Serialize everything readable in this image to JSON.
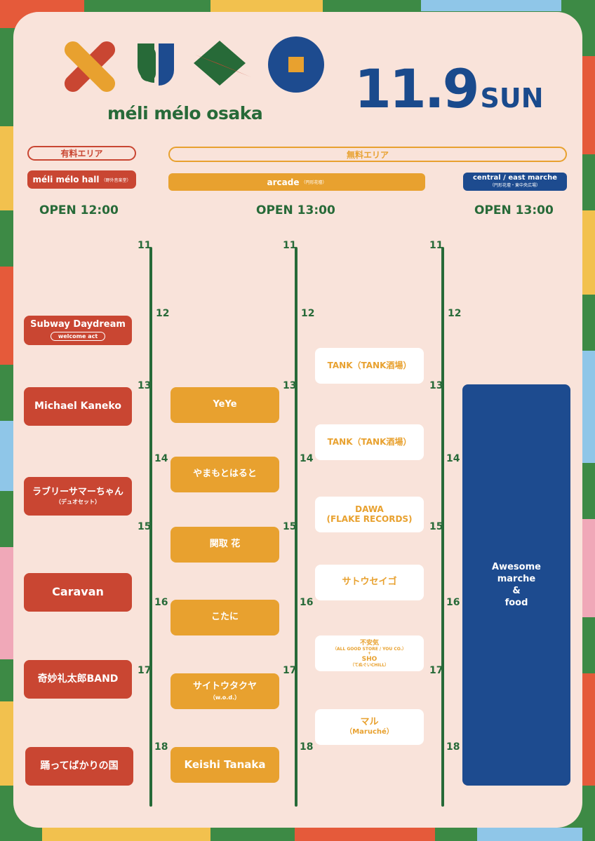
{
  "brand": {
    "name": "méli mélo osaka"
  },
  "event_date": {
    "date": "11.9",
    "weekday": "SUN"
  },
  "areas": {
    "paid": "有料エリア",
    "free": "無料エリア"
  },
  "venues": {
    "hall": {
      "name": "méli mélo hall",
      "sub": "（野外音楽堂）"
    },
    "arcade": {
      "name": "arcade",
      "sub": "（円形花壇）"
    },
    "central": {
      "name": "central / east marche",
      "sub": "（円形花壇・東中央広場）"
    }
  },
  "open_times": {
    "hall": "OPEN 12:00",
    "arcade": "OPEN 13:00",
    "central": "OPEN 13:00"
  },
  "hours": [
    "11",
    "12",
    "13",
    "14",
    "15",
    "16",
    "17",
    "18"
  ],
  "hall_lineup": [
    {
      "name": "Subway Daydream",
      "tag": "welcome act"
    },
    {
      "name": "Michael Kaneko"
    },
    {
      "name": "ラブリーサマーちゃん",
      "tag": "（デュオセット）"
    },
    {
      "name": "Caravan"
    },
    {
      "name": "奇妙礼太郎BAND"
    },
    {
      "name": "踊ってばかりの国"
    }
  ],
  "arcade_lineup": [
    {
      "name": "YeYe"
    },
    {
      "name": "やまもとはると"
    },
    {
      "name": "関取 花"
    },
    {
      "name": "こたに"
    },
    {
      "name": "サイトウタクヤ",
      "tag": "（w.o.d.）"
    },
    {
      "name": "Keishi Tanaka"
    }
  ],
  "dj_lineup": [
    {
      "name": "TANK（TANK酒場）"
    },
    {
      "name": "TANK（TANK酒場）"
    },
    {
      "name": "DAWA",
      "tag": "(FLAKE RECORDS)"
    },
    {
      "name": "サトウセイゴ"
    },
    {
      "name": "不安気",
      "line2": "（ALL GOOD STORE / YOU CO.）",
      "plus": "+",
      "line3": "SHO",
      "line4": "（てぬぐいCHILL）"
    },
    {
      "name": "マル",
      "tag": "（Maruché）"
    }
  ],
  "central_block": {
    "line1": "Awesome",
    "line2": "marche",
    "line3": "&",
    "line4": "food"
  },
  "colors": {
    "red": "#c94632",
    "orange": "#e8a12f",
    "green": "#276a38",
    "blue": "#1d4b8f",
    "card": "#f9e3da"
  }
}
